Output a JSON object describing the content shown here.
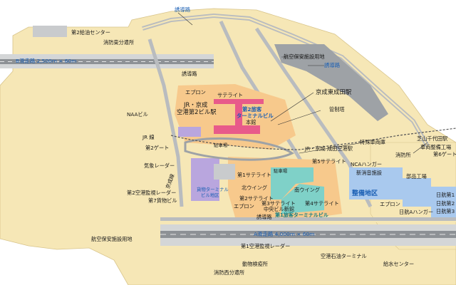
{
  "labels": {
    "taxiway_top": "誘導路",
    "fuel_center_2": "第2給油センター",
    "fire_east": "消防東分遣所",
    "runway_b": "B滑走路 2,500m × 60m",
    "taxiway_left": "誘導路",
    "aviation_security_area_ne": "航空保安施設用地",
    "taxiway_right": "誘導路",
    "apron_top": "エプロン",
    "satellite_top": "サテライト",
    "jr_keisei_t2_station": "JR・京成\n空港第2ビル駅",
    "terminal_2": "第2旅客\nターミナルビル",
    "keisei_higashinarita": "京成東成田駅",
    "control_tower": "管制塔",
    "main_building": "本館",
    "naa_building": "NAAビル",
    "jr_line": "JR 線",
    "parking": "駐車場",
    "gate_2": "第2ゲート",
    "jr_keisei_narita_station": "JR・京成 成田空港駅",
    "special_vehicle_garage": "特殊車両庫",
    "shibayama_chiyoda": "芝山千代田駅",
    "weather_radar": "気象レーダー",
    "fire_station_main": "消防所",
    "vehicle_maintenance": "車両整備工場",
    "gate_6": "第6ゲート",
    "keisei_line": "京成線",
    "cargo_terminal": "貨物ターミナル\nビル地区",
    "satellite_1": "第1サテライト",
    "parking_2": "駐車場",
    "satellite_5": "第5サテライト",
    "nca_hangar": "NCAハンガー",
    "new_fire_facility": "新消音施設",
    "parts_factory": "部品工場",
    "north_wing": "北ウイング",
    "south_wing": "南ウイング",
    "maintenance_area": "整備地区",
    "jal_factory_1": "日航第1",
    "airport_monitor_radar_2": "第2空港監視レーダー",
    "cargo_building_7": "第7貨物ビル",
    "satellite_2": "第2サテライト",
    "satellite_3": "第3サテライト",
    "satellite_4": "第4サテライト",
    "central_building_annex": "中央ビル新館",
    "terminal_1": "第1旅客ターミナルビル",
    "jal_factory_2": "日航第2",
    "apron_mid": "エプロン",
    "taxiway_mid": "誘導路",
    "jal_a_hangar": "日航Aハンガー",
    "apron_east": "エプロン",
    "jal_factory_3": "日航第3",
    "runway_a": "A滑走路 4,000m × 60m",
    "aviation_security_area_w": "航空保安施設用地",
    "airport_monitor_radar_1": "第1空港監視レーダー",
    "airport_oil_terminal": "空港石油ターミナル",
    "animal_quarantine": "動物検疫所",
    "water_supply_center": "給水センター",
    "fire_west": "消防西分遣所"
  },
  "colors": {
    "airport_land": "#f6e7b6",
    "terminal_area": "#f7c98c",
    "terminal_pink": "#e85a8a",
    "terminal_teal": "#7fd1c8",
    "facility_purple": "#b9a6de",
    "maintenance_blue": "#a9c9ee",
    "paved": "#b9bcbf",
    "runway": "#8d9195",
    "label_blue": "#1a5fb4"
  }
}
